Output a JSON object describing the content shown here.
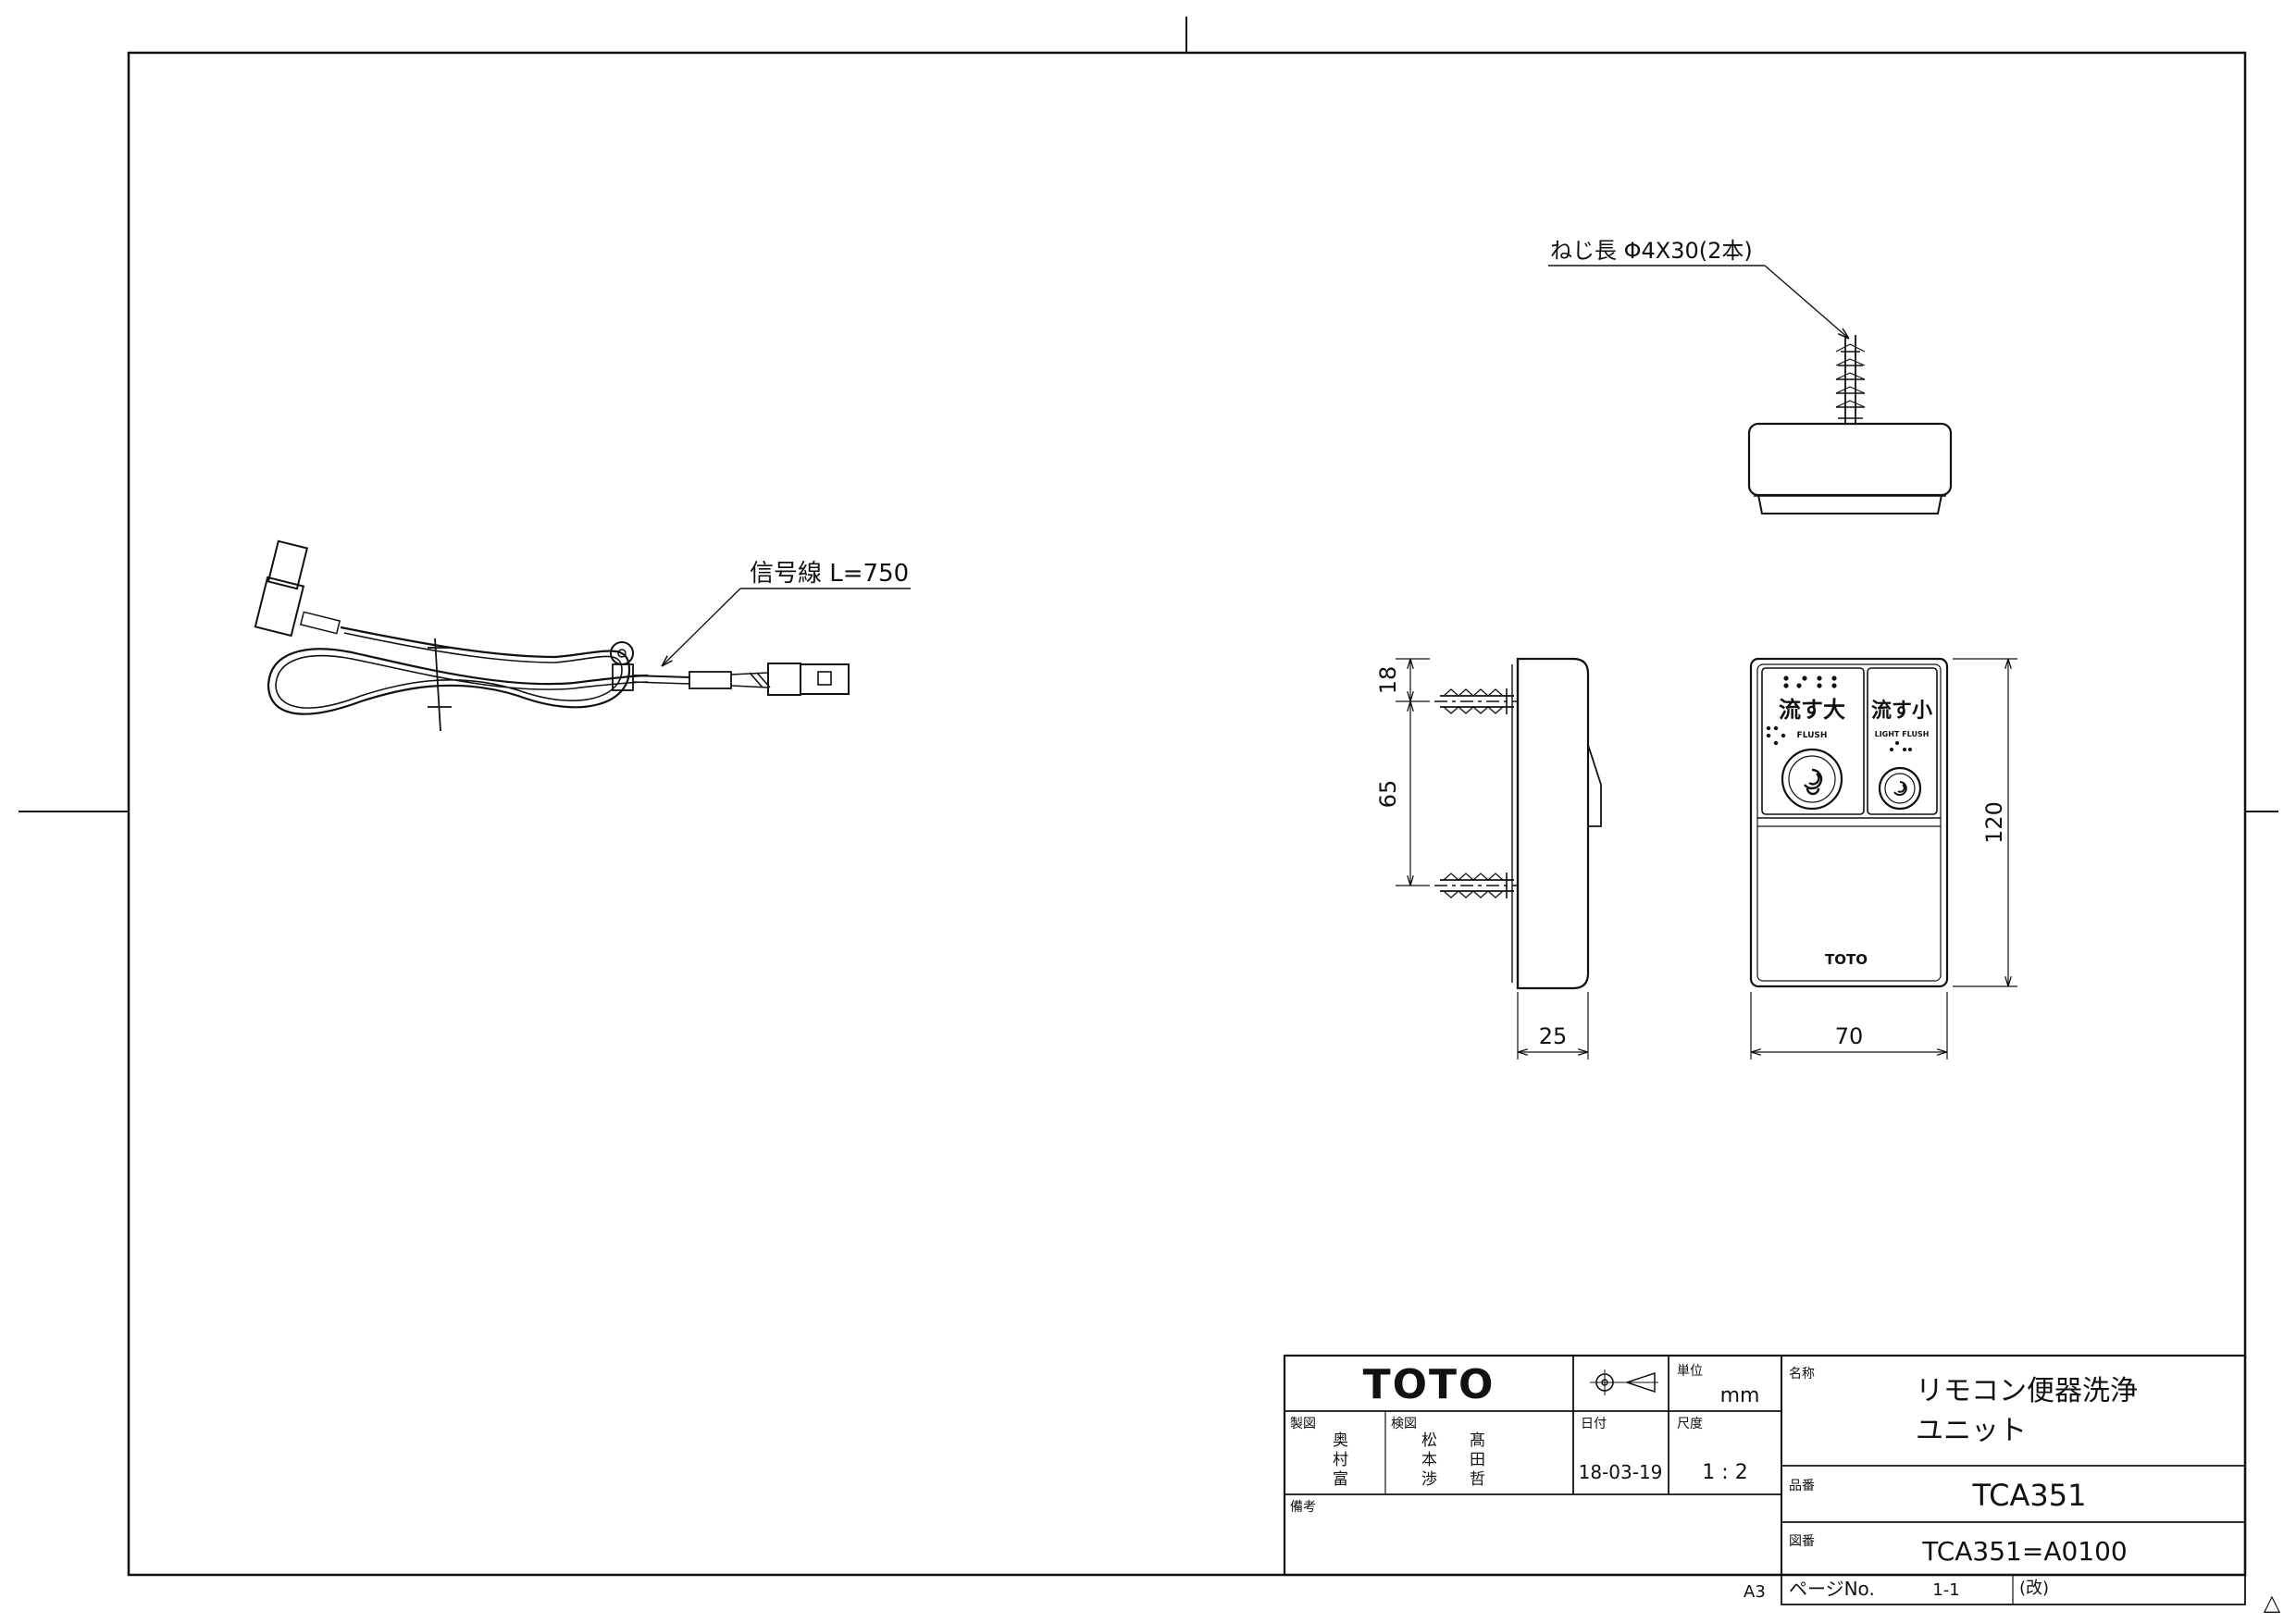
{
  "annotations": {
    "screw": "ねじ長 Φ4X30(2本)",
    "cable": "信号線 L=750"
  },
  "dimensions": {
    "d18": "18",
    "d65": "65",
    "d25": "25",
    "d70": "70",
    "d120": "120"
  },
  "panel": {
    "big_flush": "流す大",
    "big_flush_en": "FLUSH",
    "small_flush": "流す小",
    "small_flush_en": "LIGHT FLUSH",
    "brand": "TOTO"
  },
  "title_block": {
    "logo": "TOTO",
    "unit_label": "単位",
    "unit_value": "mm",
    "drafted_label": "製図",
    "drafted_names": [
      "奥",
      "村",
      "富"
    ],
    "checked_label": "検図",
    "checked_names_1": [
      "松",
      "本",
      "渉"
    ],
    "checked_names_2": [
      "髙",
      "田",
      "哲"
    ],
    "date_label": "日付",
    "date_value": "18-03-19",
    "scale_label": "尺度",
    "scale_value": "1 : 2",
    "remarks_label": "備考",
    "name_label": "名称",
    "name_line1": "リモコン便器洗浄",
    "name_line2": "ユニット",
    "product_no_label": "品番",
    "product_no": "TCA351",
    "drawing_no_label": "図番",
    "drawing_no": "TCA351=A0100",
    "sheet_size": "A3",
    "page_label": "ページNo.",
    "page_value": "1-1",
    "revision_label": "(改)"
  },
  "corner_mark": "△"
}
